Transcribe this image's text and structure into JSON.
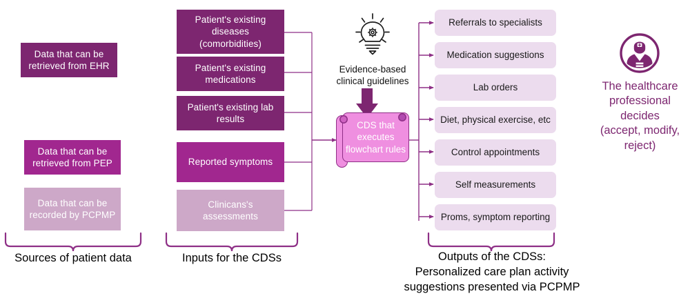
{
  "colors": {
    "dark_purple": "#7d2670",
    "mid_magenta": "#a1278f",
    "pale_mauve": "#cda8c8",
    "light_lavender": "#ecdcee",
    "scroll_pink": "#ef8fe0",
    "connector": "#8e2f86",
    "text_white": "#ffffff",
    "text_black": "#000000"
  },
  "sources": {
    "caption": "Sources of patient data",
    "items": [
      {
        "label": "Data that can be\nretrieved from EHR",
        "tone": "dark"
      },
      {
        "label": "Data that can be\nretrieved from PEP",
        "tone": "mid"
      },
      {
        "label": "Data that can be\nrecorded by\nPCPMP",
        "tone": "pale"
      }
    ]
  },
  "inputs": {
    "caption": "Inputs for the CDSs",
    "items": [
      {
        "label": "Patient's existing\ndiseases\n(comorbidities)",
        "tone": "dark"
      },
      {
        "label": "Patient's existing\nmedications",
        "tone": "dark"
      },
      {
        "label": "Patient's existing\nlab results",
        "tone": "dark"
      },
      {
        "label": "Reported symptoms",
        "tone": "mid"
      },
      {
        "label": "Clinicans's\nassessments",
        "tone": "pale"
      }
    ]
  },
  "guidelines": {
    "icon": "lightbulb-gear-icon",
    "label": "Evidence-based\nclinical guidelines"
  },
  "cds": {
    "label": "CDS that\nexecutes\nflowchart\nrules"
  },
  "outputs": {
    "caption": "Outputs of the CDSs:\nPersonalized care plan activity\nsuggestions presented via PCPMP",
    "items": [
      {
        "label": "Referrals to specialists"
      },
      {
        "label": "Medication suggestions"
      },
      {
        "label": "Lab orders"
      },
      {
        "label": "Diet, physical exercise,\netc"
      },
      {
        "label": "Control appointments"
      },
      {
        "label": "Self measurements"
      },
      {
        "label": "Proms,\nsymptom reporting"
      }
    ]
  },
  "decision": {
    "icon": "healthcare-professional-icon",
    "label": "The healthcare\nprofessional\ndecides\n(accept, modify,\nreject)"
  }
}
